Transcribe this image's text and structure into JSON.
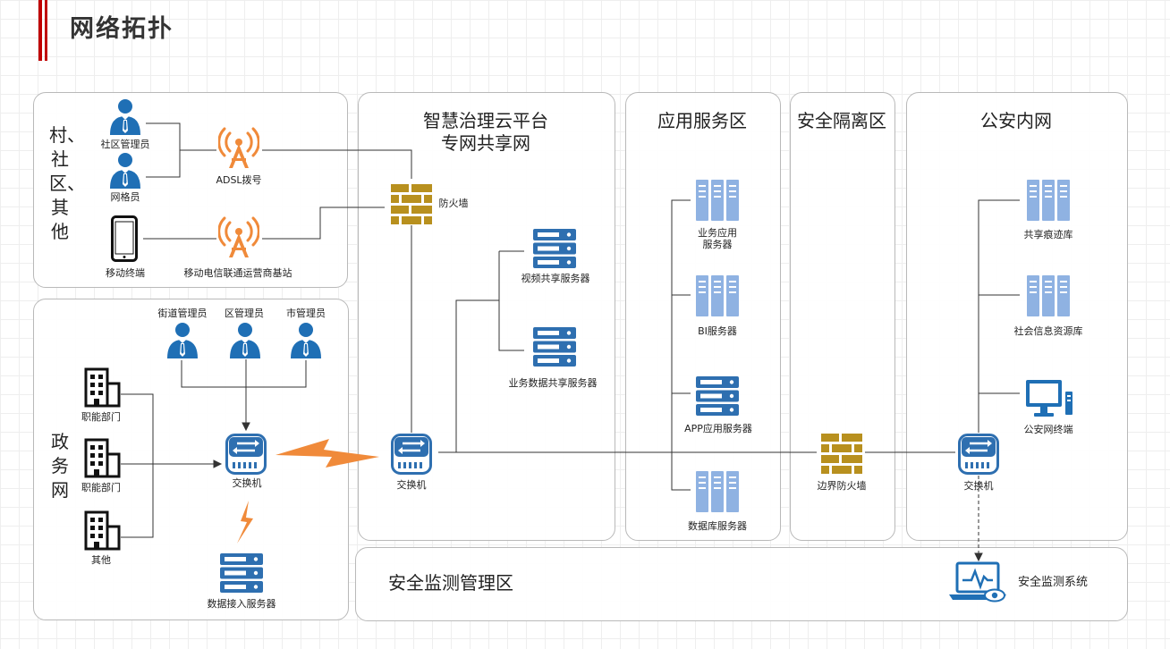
{
  "page_title": "网络拓扑",
  "zones": {
    "village": "村、社区、其他",
    "gov": "政务网",
    "cloud": "智慧治理云平台\n专网共享网",
    "app": "应用服务区",
    "isolation": "安全隔离区",
    "police": "公安内网",
    "monitor": "安全监测管理区"
  },
  "labels": {
    "community_admin": "社区管理员",
    "grid_member": "网格员",
    "adsl": "ADSL拨号",
    "mobile_terminal": "移动终端",
    "carrier_station": "移动电信联通运营商基站",
    "firewall": "防火墙",
    "video_server": "视频共享服务器",
    "data_share_server": "业务数据共享服务器",
    "cloud_switch": "交换机",
    "street_admin": "街道管理员",
    "district_admin": "区管理员",
    "city_admin": "市管理员",
    "dept1": "职能部门",
    "dept2": "职能部门",
    "other": "其他",
    "gov_switch": "交换机",
    "access_server": "数据接入服务器",
    "biz_app_server": "业务应用\n服务器",
    "bi_server": "BI服务器",
    "app_server": "APP应用服务器",
    "db_server": "数据库服务器",
    "border_firewall": "边界防火墙",
    "trace_db": "共享痕迹库",
    "social_db": "社会信息资源库",
    "police_terminal": "公安网终端",
    "police_switch": "交换机",
    "monitor_system": "安全监测系统"
  },
  "colors": {
    "accent_red": "#c00000",
    "person_blue": "#1f6fb5",
    "server_blue": "#2e6fb0",
    "rack_light": "#8fb2e2",
    "antenna_orange": "#f08a3a",
    "firewall_gold": "#b8901e",
    "bolt_orange": "#f08a3a"
  },
  "icons": [
    "person-icon",
    "antenna-icon",
    "phone-icon",
    "firewall-icon",
    "server-icon",
    "rack-server-icon",
    "building-icon",
    "switch-icon",
    "monitor-icon",
    "laptop-monitor-icon",
    "lightning-icon"
  ]
}
